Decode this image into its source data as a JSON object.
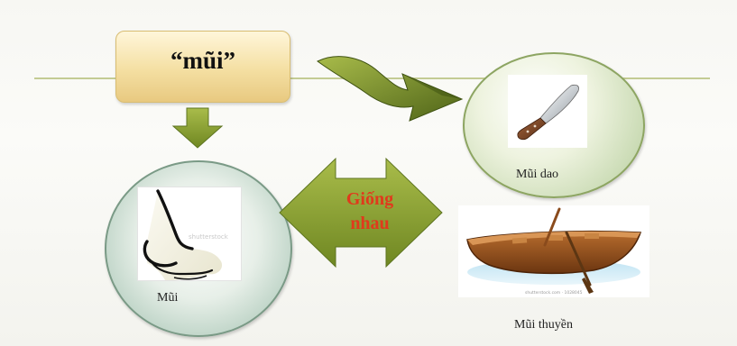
{
  "title_word": "“mũi”",
  "middle_label_line1": "Giống",
  "middle_label_line2": "nhau",
  "items": [
    {
      "label": "Mũi"
    },
    {
      "label": "Mũi dao"
    },
    {
      "label": "Mũi thuyền"
    }
  ],
  "colors": {
    "arrow_green": "#8aa034",
    "arrow_dark": "#55681c",
    "highlight_red": "#e03a1c",
    "box_gold": "#f4dfa2"
  },
  "icons": [
    "down-arrow-icon",
    "curved-arrow-icon",
    "double-arrow-icon",
    "nose-image",
    "knife-image",
    "boat-image"
  ]
}
